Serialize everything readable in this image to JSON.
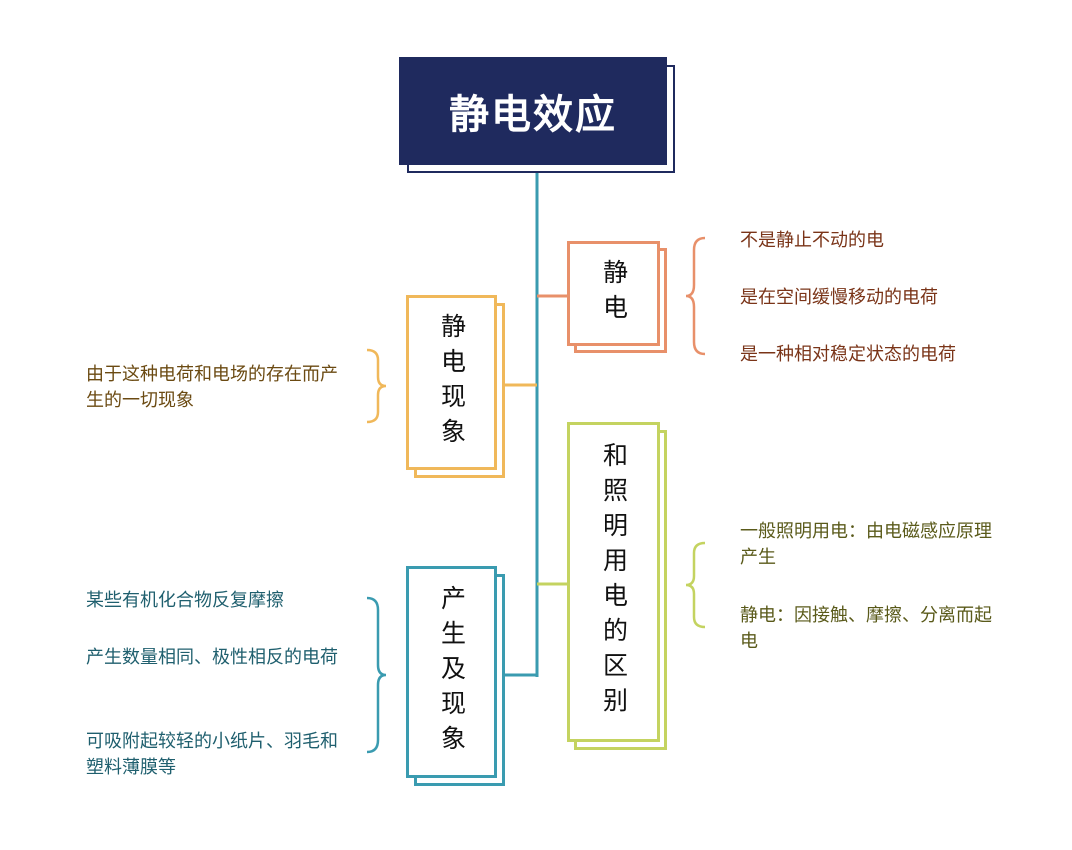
{
  "title": "静电效应",
  "colors": {
    "navy": "#1f2a5e",
    "trunk": "#3a9bb0",
    "orange": "#e8906a",
    "yellow": "#f0b85a",
    "green": "#c4d360",
    "teal": "#3a9bb0"
  },
  "nodes": {
    "static": {
      "label": "静电",
      "items": [
        "不是静止不动的电",
        "是在空间缓慢移动的电荷",
        "是一种相对稳定状态的电荷"
      ]
    },
    "phenomenon": {
      "label": "静电现象",
      "items": [
        "由于这种电荷和电场的存在而产生的一切现象"
      ]
    },
    "difference": {
      "label": "和照明用电的区别",
      "items": [
        "一般照明用电：由电磁感应原理产生",
        "静电：因接触、摩擦、分离而起电"
      ]
    },
    "generation": {
      "label": "产生及现象",
      "items": [
        "某些有机化合物反复摩擦",
        "产生数量相同、极性相反的电荷",
        "可吸附起较轻的小纸片、羽毛和塑料薄膜等"
      ]
    }
  }
}
